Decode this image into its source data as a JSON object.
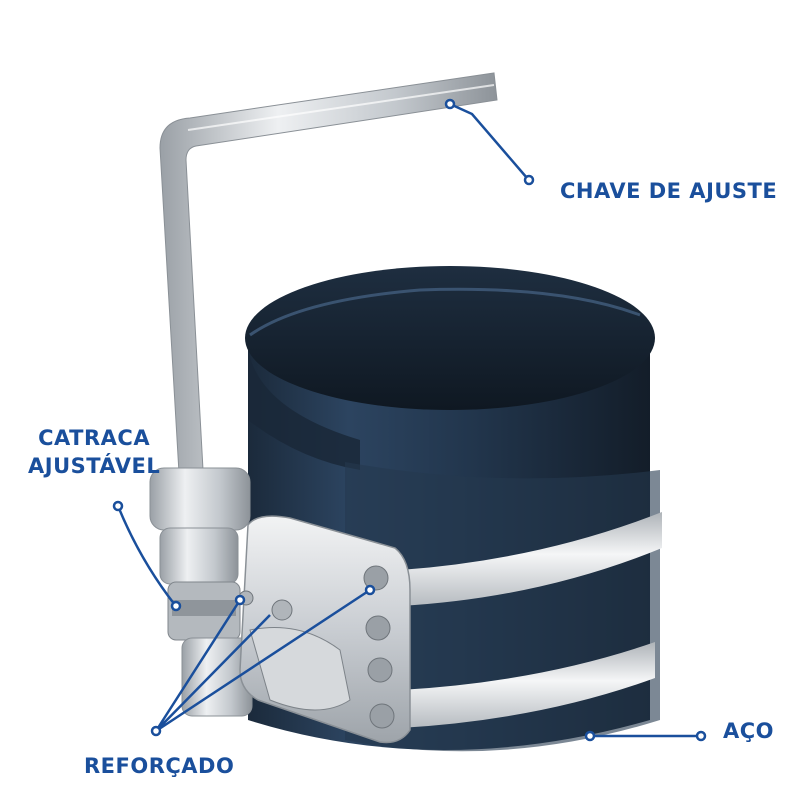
{
  "colors": {
    "label": "#1a4f9c",
    "leader": "#1a4f9c",
    "band": "#22354a",
    "steel": "#c9cdd2"
  },
  "labels": {
    "chave": "CHAVE DE AJUSTE",
    "catraca_line1": "CATRACA",
    "catraca_line2": "AJUSTÁVEL",
    "reforcado": "REFORÇADO",
    "aco": "AÇO"
  }
}
